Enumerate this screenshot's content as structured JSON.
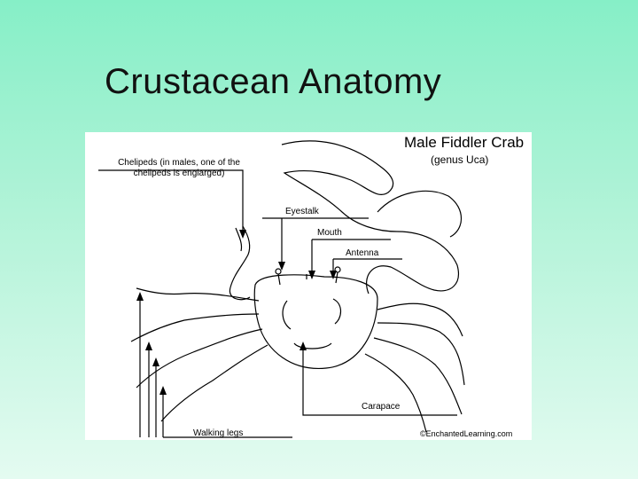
{
  "slide": {
    "title": "Crustacean Anatomy"
  },
  "diagram": {
    "title": "Male Fiddler Crab",
    "subtitle": "(genus Uca)",
    "labels": {
      "chelipeds": "Chelipeds (in males, one of the chelipeds is englarged)",
      "eyestalk": "Eyestalk",
      "mouth": "Mouth",
      "antenna": "Antenna",
      "carapace": "Carapace",
      "walking_legs": "Walking legs"
    },
    "credit": "©EnchantedLearning.com"
  }
}
